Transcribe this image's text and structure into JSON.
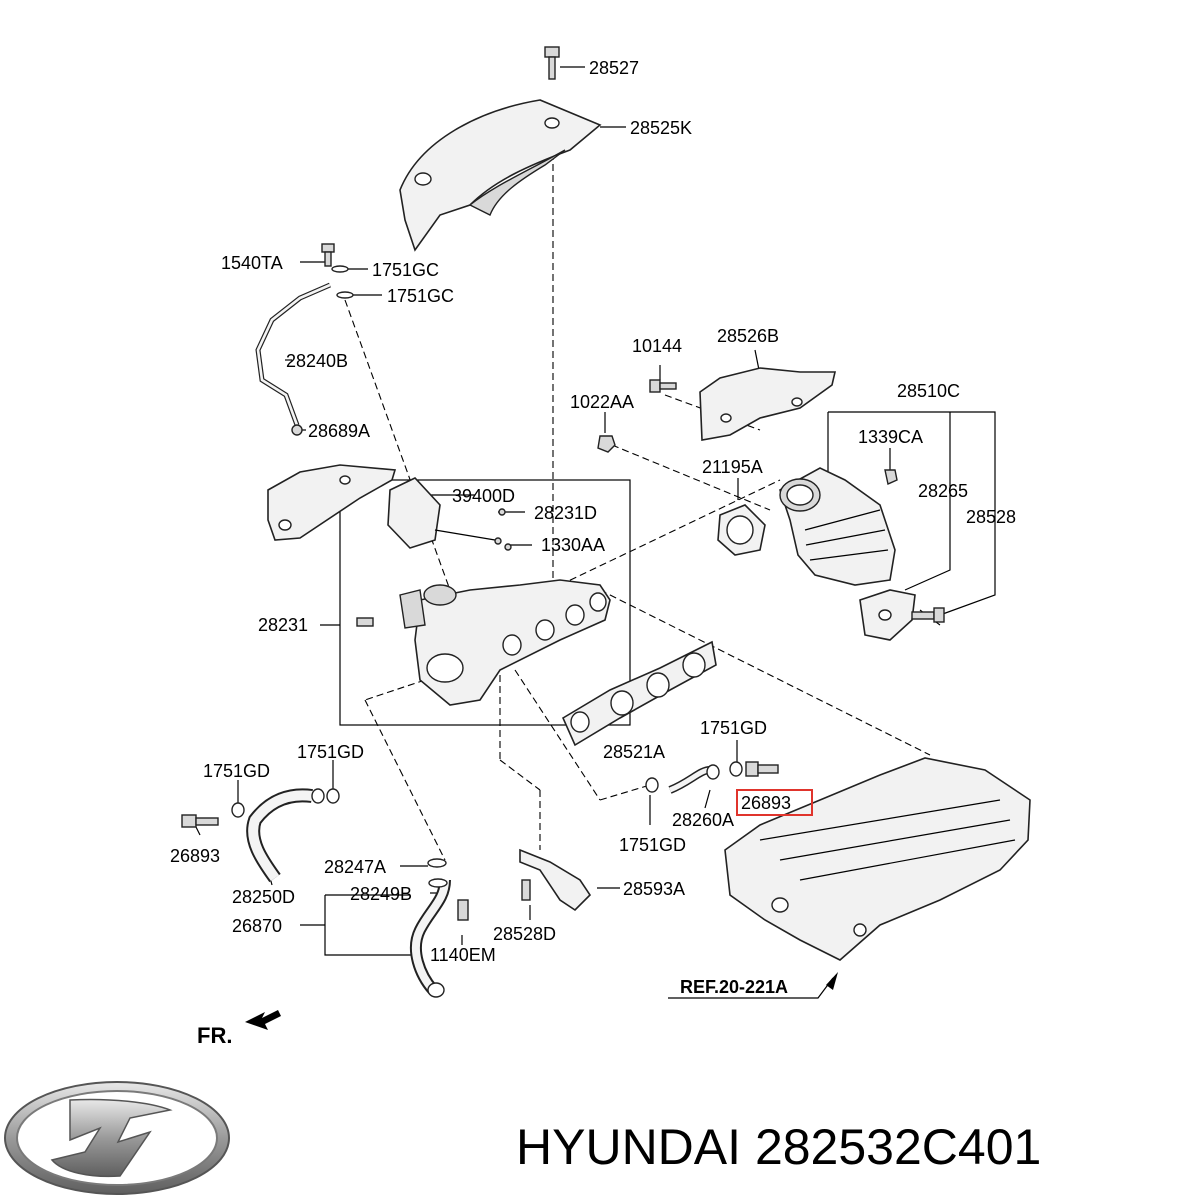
{
  "labels": {
    "l28527": "28527",
    "l28525K": "28525K",
    "l1540TA": "1540TA",
    "l1751GC_a": "1751GC",
    "l1751GC_b": "1751GC",
    "l28240B": "28240B",
    "l28689A": "28689A",
    "l10144": "10144",
    "l28526B": "28526B",
    "l1022AA": "1022AA",
    "l28510C": "28510C",
    "l1339CA": "1339CA",
    "l21195A": "21195A",
    "l28265": "28265",
    "l28528": "28528",
    "l39400D": "39400D",
    "l28231D": "28231D",
    "l1330AA": "1330AA",
    "l28231": "28231",
    "l1751GD_a": "1751GD",
    "l1751GD_b": "1751GD",
    "l1751GD_c": "1751GD",
    "l1751GD_d": "1751GD",
    "l28521A": "28521A",
    "l26893_a": "26893",
    "l26893_b": "26893",
    "l28260A": "28260A",
    "l28250D": "28250D",
    "l28247A": "28247A",
    "l28249B": "28249B",
    "l26870": "26870",
    "l1140EM": "1140EM",
    "l28528D": "28528D",
    "l28593A": "28593A",
    "ref": "REF.20-221A",
    "fr": "FR."
  },
  "footer": {
    "brand": "HYUNDAI",
    "part_number": "282532C401"
  },
  "colors": {
    "highlight_box": "#e0342c",
    "logo_silver": "#9a9a9a"
  },
  "icons": {
    "logo": "hyundai-logo-icon",
    "direction": "front-direction-arrow-icon"
  }
}
